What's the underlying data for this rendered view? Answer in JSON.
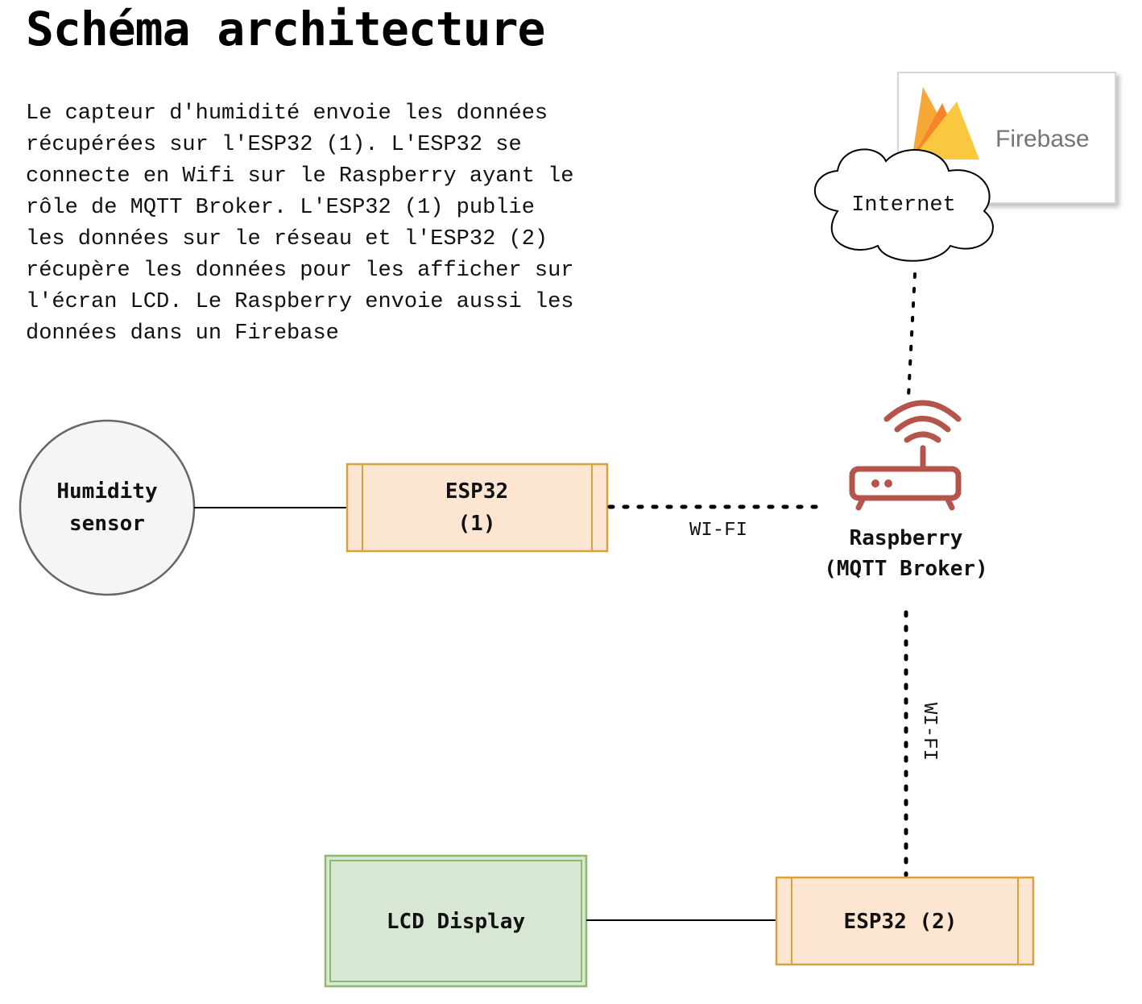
{
  "title": "Schéma architecture",
  "description": "Le capteur d'humidité envoie les données\nrécupérées sur l'ESP32 (1). L'ESP32 se\nconnecte en Wifi sur le Raspberry ayant le\nrôle de MQTT Broker. L'ESP32 (1) publie\nles données sur le réseau et l'ESP32 (2)\nrécupère les données pour les afficher sur\nl'écran LCD. Le Raspberry envoie aussi les\ndonnées dans un Firebase",
  "nodes": {
    "humidity_sensor": {
      "line1": "Humidity",
      "line2": "sensor"
    },
    "esp32_1": {
      "line1": "ESP32",
      "line2": "(1)"
    },
    "raspberry": {
      "line1": "Raspberry",
      "line2": "(MQTT Broker)"
    },
    "internet": {
      "label": "Internet"
    },
    "firebase": {
      "label": "Firebase"
    },
    "lcd": {
      "label": "LCD Display"
    },
    "esp32_2": {
      "label": "ESP32 (2)"
    }
  },
  "edges": {
    "esp32_1_raspberry": "WI-FI",
    "raspberry_esp32_2": "WI-FI"
  },
  "colors": {
    "esp_fill": "#fce6d1",
    "esp_stroke": "#d7a23b",
    "lcd_fill": "#d8e7d3",
    "lcd_stroke": "#8bb96f",
    "sensor_fill": "#f5f5f5",
    "sensor_stroke": "#666666",
    "router": "#b5544a"
  }
}
